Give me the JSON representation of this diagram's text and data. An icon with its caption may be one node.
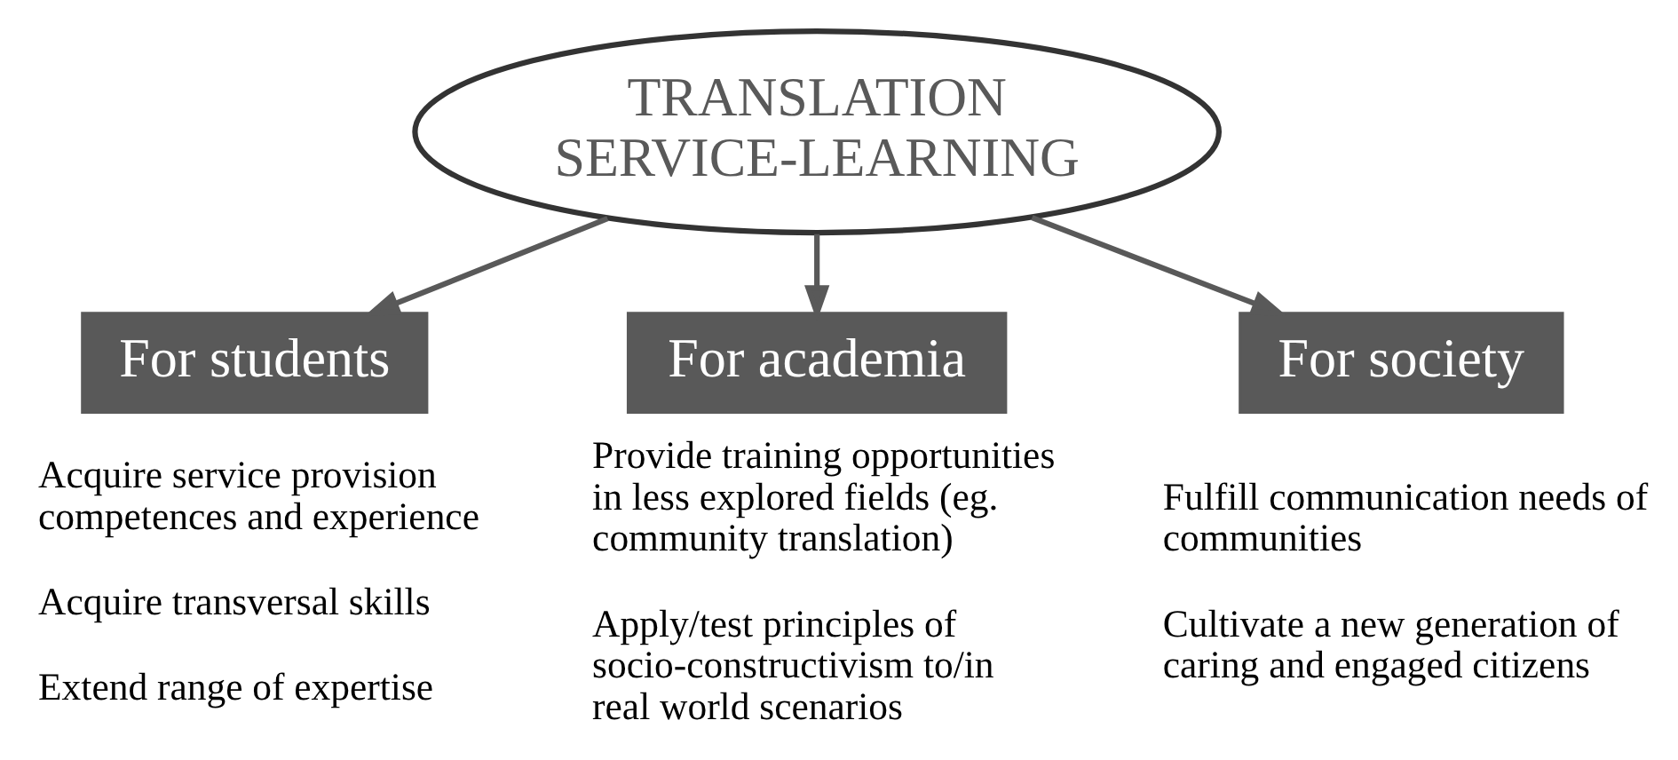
{
  "diagram": {
    "nodes": [
      {
        "text": [
          "TRANSLATION SERVICE-LEARNING"
        ]
      },
      {
        "text": [
          "For students"
        ],
        "beside": [
          "Acquire service provision competences and experience",
          "Acquire transversal skills",
          "Extend range of expertise"
        ]
      },
      {
        "text": [
          "For society"
        ],
        "beside": [
          "Fulfill communication needs of communities",
          "Cultivate a new generation of caring and engaged citizens"
        ]
      },
      {
        "text": [
          "For academia"
        ],
        "beside": [
          "Provide training opportunities in less explored fields (eg. community translation)",
          "Apply/test principles of socio-constructivism to/in real world scenarios"
        ]
      }
    ],
    "edges": [
      {
        "from": 0,
        "to": 1,
        "arrow": "to"
      },
      {
        "from": 0,
        "to": 2,
        "arrow": "to"
      },
      {
        "from": 0,
        "to": 3,
        "arrow": "to"
      }
    ]
  }
}
